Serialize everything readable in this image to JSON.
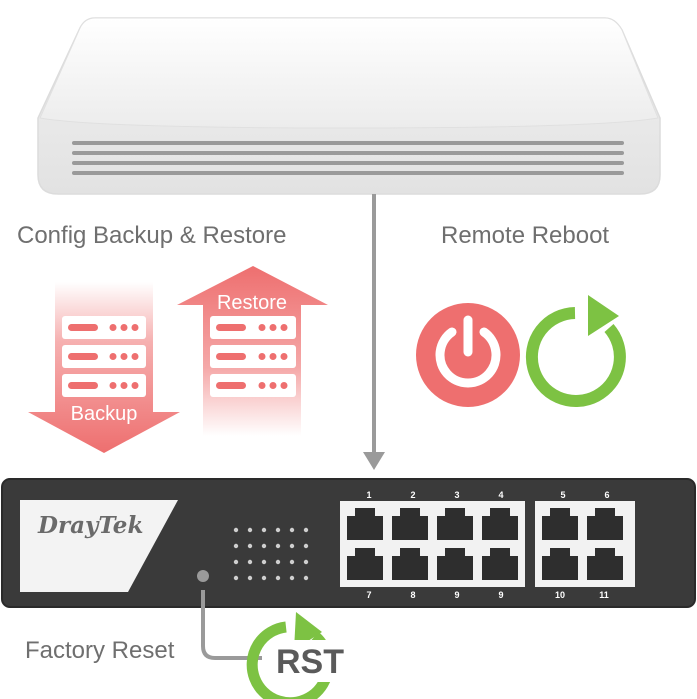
{
  "labels": {
    "config": "Config Backup & Restore",
    "remote": "Remote Reboot",
    "factory": "Factory Reset",
    "backup": "Backup",
    "restore": "Restore",
    "rst": "RST"
  },
  "brand": "DrayTek",
  "ports": {
    "top": [
      "1",
      "2",
      "3",
      "4",
      "5",
      "6"
    ],
    "bottom": [
      "7",
      "8",
      "9",
      "9",
      "10",
      "11"
    ]
  },
  "colors": {
    "router_body": "#f4f4f4",
    "switch_body": "#3a3a3a",
    "arrow_red": "#ee6f6f",
    "power_red": "#ee6f6f",
    "refresh_green": "#7dc243",
    "connector_gray": "#9a9a9a"
  },
  "icons": [
    "server-icon",
    "power-icon",
    "refresh-icon"
  ]
}
